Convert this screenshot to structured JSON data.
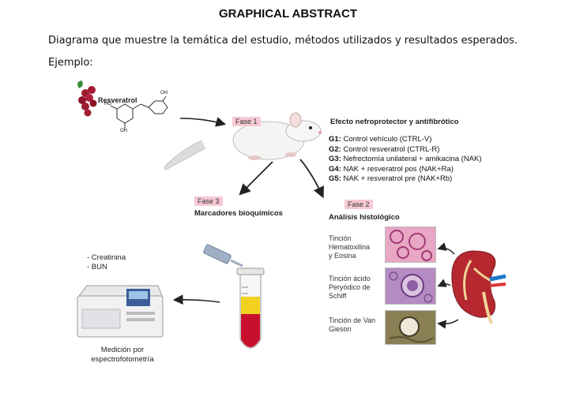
{
  "header": {
    "title": "GRAPHICAL ABSTRACT",
    "intro": "Diagrama que muestre la temática del estudio, métodos utilizados y resultados esperados.",
    "example_label": "Ejemplo:"
  },
  "diagram": {
    "compound": {
      "name": "Resveratrol",
      "oh_top": "OH",
      "ho_left": "HO",
      "oh_bottom": "OH"
    },
    "phase1": {
      "tag": "Fase 1",
      "heading": "Efecto nefroprotector y antifibrótico",
      "groups": [
        {
          "id": "G1:",
          "text": "Control vehículo (CTRL-V)"
        },
        {
          "id": "G2:",
          "text": "Control resveratrol (CTRL-R)"
        },
        {
          "id": "G3:",
          "text": "Nefrectomía unilateral + amikacina (NAK)"
        },
        {
          "id": "G4:",
          "text": "NAK + resveratrol pos (NAK+Ra)"
        },
        {
          "id": "G5:",
          "text": "NAK + resveratrol pre (NAK+Rb)"
        }
      ]
    },
    "phase2": {
      "tag": "Fase 2",
      "heading": "Análisis histológico",
      "stains": [
        {
          "lines": [
            "Tinción",
            "Hematoxilina",
            "y Eosina"
          ]
        },
        {
          "lines": [
            "Tinción ácido",
            "Peryódico de",
            "Schiff"
          ]
        },
        {
          "lines": [
            "Tinción de Van",
            "Gieson"
          ]
        }
      ]
    },
    "phase3": {
      "tag": "Fase 3",
      "heading": "Marcadores bioquímicos",
      "markers": [
        "-  Creatinina",
        "-  BUN"
      ],
      "measurement": [
        "Medición por",
        "espectrofotometría"
      ]
    },
    "colors": {
      "tag_pink": "#f7c9d4",
      "blood_red": "#c8102e",
      "serum_yellow": "#f2d21e",
      "he_stain": "#e8a7c4",
      "pas_stain": "#b58bc4",
      "vg_stain": "#8a7f54"
    }
  }
}
